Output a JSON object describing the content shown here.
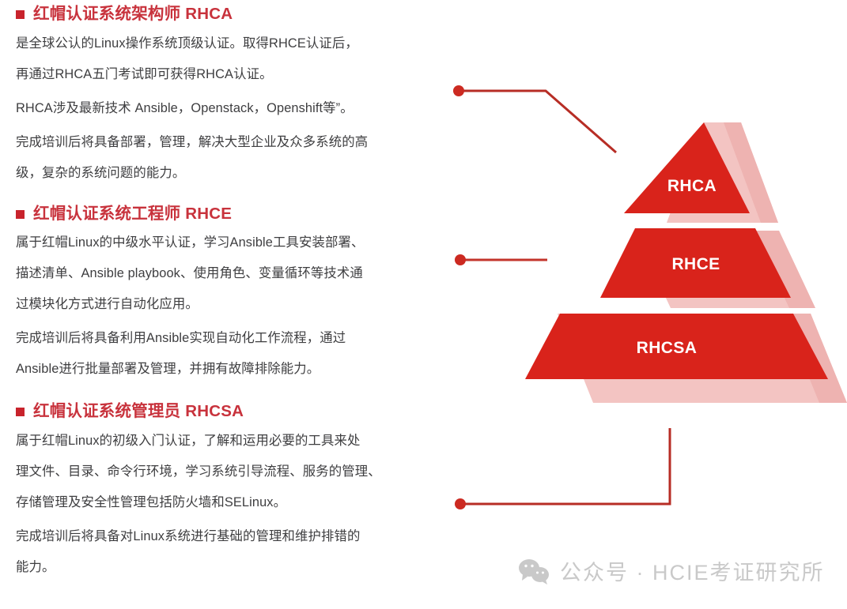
{
  "theme": {
    "accent_red": "#d9231b",
    "title_red": "#c8323c",
    "bullet_red": "#c8232c",
    "shadow_pink": "#f3c4c2",
    "body_text": "#3e3e40",
    "watermark_gray": "#c9c9c9",
    "background": "#ffffff"
  },
  "sections": [
    {
      "bullet": "square-bullet-icon",
      "title": "红帽认证系统架构师 RHCA",
      "paragraphs": [
        [
          "是全球公认的Linux操作系统顶级认证。取得RHCE认证后，",
          "再通过RHCA五门考试即可获得RHCA认证。"
        ],
        [
          "RHCA涉及最新技术 Ansible，Openstack，Openshift等”。"
        ],
        [
          "完成培训后将具备部署，管理，解决大型企业及众多系统的高",
          "级，复杂的系统问题的能力。"
        ]
      ]
    },
    {
      "bullet": "square-bullet-icon",
      "title": "红帽认证系统工程师 RHCE",
      "paragraphs": [
        [
          "属于红帽Linux的中级水平认证，学习Ansible工具安装部署、",
          "描述清单、Ansible playbook、使用角色、变量循环等技术通",
          "过模块化方式进行自动化应用。"
        ],
        [
          "完成培训后将具备利用Ansible实现自动化工作流程，通过",
          "Ansible进行批量部署及管理，并拥有故障排除能力。"
        ]
      ]
    },
    {
      "bullet": "square-bullet-icon",
      "title": "红帽认证系统管理员 RHCSA",
      "paragraphs": [
        [
          "属于红帽Linux的初级入门认证，了解和运用必要的工具来处",
          "理文件、目录、命令行环境，学习系统引导流程、服务的管理、",
          "存储管理及安全性管理包括防火墙和SELinux。"
        ],
        [
          "完成培训后将具备对Linux系统进行基础的管理和维护排错的",
          "能力。"
        ]
      ]
    }
  ],
  "chart_data": {
    "type": "pyramid",
    "title": "",
    "orientation": "apex-up",
    "tiers": [
      {
        "label": "RHCA",
        "level": 3,
        "rank": "top"
      },
      {
        "label": "RHCE",
        "level": 2,
        "rank": "middle"
      },
      {
        "label": "RHCSA",
        "level": 1,
        "rank": "bottom"
      }
    ],
    "legend": []
  },
  "pyramid": {
    "tiers": [
      {
        "label": "RHCA"
      },
      {
        "label": "RHCE"
      },
      {
        "label": "RHCSA"
      }
    ]
  },
  "connectors": [
    {
      "name": "connector-rhca",
      "target": "RHCA"
    },
    {
      "name": "connector-rhce",
      "target": "RHCE"
    },
    {
      "name": "connector-rhcsa",
      "target": "RHCSA"
    }
  ],
  "watermark": {
    "icon": "wechat-icon",
    "text": "公众号 · HCIE考证研究所"
  }
}
